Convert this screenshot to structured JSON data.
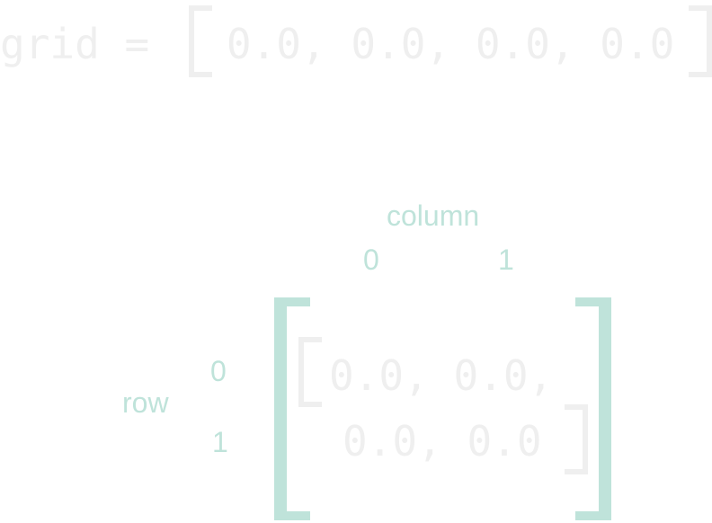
{
  "code": {
    "lhs": "grid = ",
    "values": "0.0, 0.0, 0.0, 0.0"
  },
  "labels": {
    "column": "column",
    "col_0": "0",
    "col_1": "1",
    "row": "row",
    "row_0": "0",
    "row_1": "1"
  },
  "matrix": {
    "line_1": "0.0, 0.0,",
    "line_2": "0.0, 0.0"
  },
  "colors": {
    "accent": "#bfe3da",
    "faded_text": "#efefef"
  }
}
